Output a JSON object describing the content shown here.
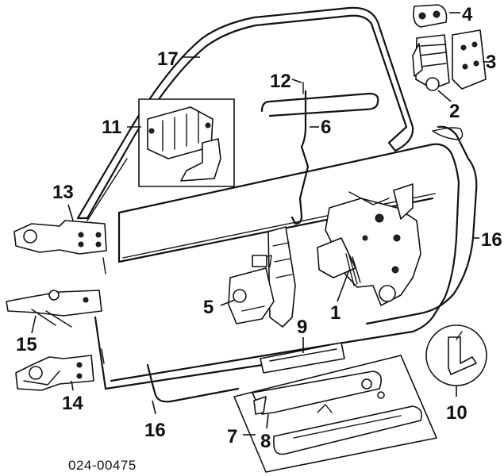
{
  "callouts": {
    "c1": "1",
    "c2": "2",
    "c3": "3",
    "c4": "4",
    "c5": "5",
    "c6": "6",
    "c7": "7",
    "c8": "8",
    "c9": "9",
    "c10": "10",
    "c11": "11",
    "c12": "12",
    "c13": "13",
    "c14": "14",
    "c15": "15",
    "c16a": "16",
    "c16b": "16",
    "c17": "17"
  },
  "diagram_code": "024-00475"
}
